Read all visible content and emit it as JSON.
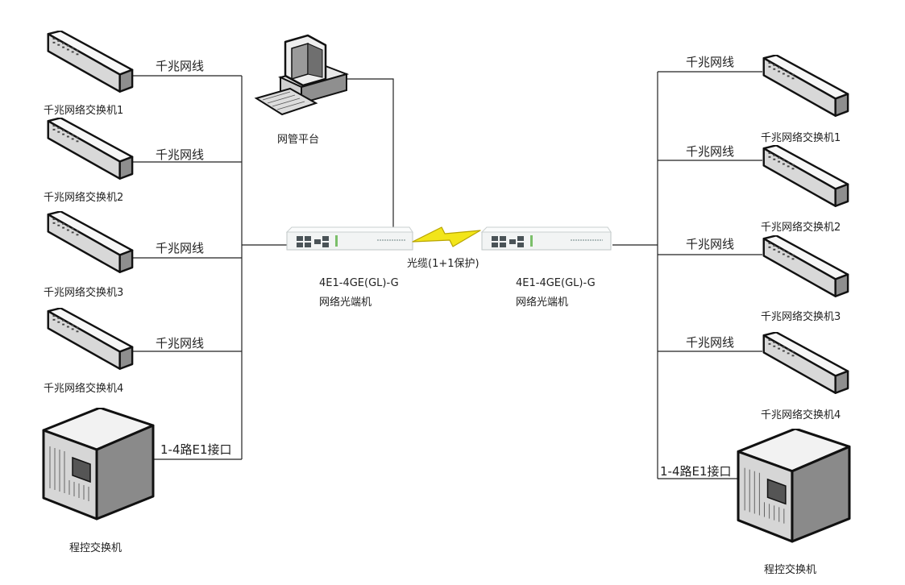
{
  "colors": {
    "line": "#222222",
    "bolt": "#f2e51a",
    "bolt_edge": "#b8a400",
    "device": "#e8eced"
  },
  "left": {
    "switches": [
      {
        "label": "千兆网络交换机1",
        "cable": "千兆网线"
      },
      {
        "label": "千兆网络交换机2",
        "cable": "千兆网线"
      },
      {
        "label": "千兆网络交换机3",
        "cable": "千兆网线"
      },
      {
        "label": "千兆网络交换机4",
        "cable": "千兆网线"
      }
    ],
    "pbx": {
      "label": "程控交换机",
      "link": "1-4路E1接口"
    },
    "terminal": {
      "model": "4E1-4GE(GL)-G",
      "name": "网络光端机"
    }
  },
  "right": {
    "switches": [
      {
        "label": "千兆网络交换机1",
        "cable": "千兆网线"
      },
      {
        "label": "千兆网络交换机2",
        "cable": "千兆网线"
      },
      {
        "label": "千兆网络交换机3",
        "cable": "千兆网线"
      },
      {
        "label": "千兆网络交换机4",
        "cable": "千兆网线"
      }
    ],
    "pbx": {
      "label": "程控交换机",
      "link": "1-4路E1接口"
    },
    "terminal": {
      "model": "4E1-4GE(GL)-G",
      "name": "网络光端机"
    }
  },
  "nms": {
    "label": "网管平台"
  },
  "fiber": {
    "label": "光缆(1+1保护)"
  }
}
